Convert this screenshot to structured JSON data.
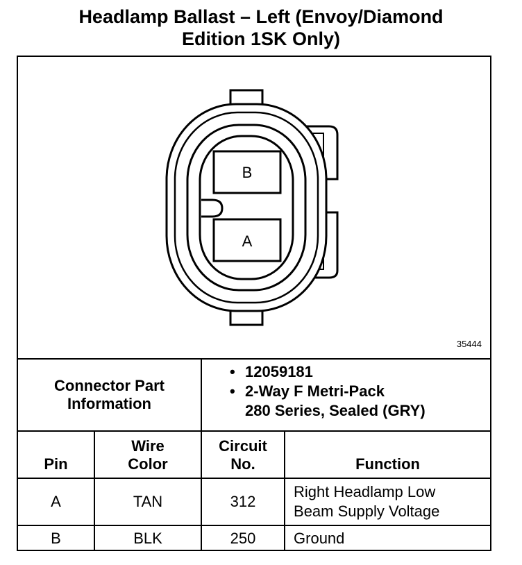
{
  "title": {
    "line1": "Headlamp Ballast – Left (Envoy/Diamond",
    "line2": "Edition 1SK Only)"
  },
  "figure_number": "35444",
  "connector": {
    "pin_top": "B",
    "pin_bottom": "A"
  },
  "connector_part_info": {
    "label_line1": "Connector Part",
    "label_line2": "Information",
    "items": [
      {
        "bullet": "•",
        "line1": "12059181",
        "line2": ""
      },
      {
        "bullet": "•",
        "line1": "2-Way F Metri-Pack",
        "line2": "280 Series, Sealed (GRY)"
      }
    ]
  },
  "table": {
    "headers": {
      "pin": "Pin",
      "wire_color_line1": "Wire",
      "wire_color_line2": "Color",
      "circuit_line1": "Circuit",
      "circuit_line2": "No.",
      "function": "Function"
    },
    "rows": [
      {
        "pin": "A",
        "wire": "TAN",
        "circuit": "312",
        "function_line1": "Right Headlamp Low",
        "function_line2": "Beam Supply Voltage"
      },
      {
        "pin": "B",
        "wire": "BLK",
        "circuit": "250",
        "function_line1": "Ground",
        "function_line2": ""
      }
    ]
  }
}
